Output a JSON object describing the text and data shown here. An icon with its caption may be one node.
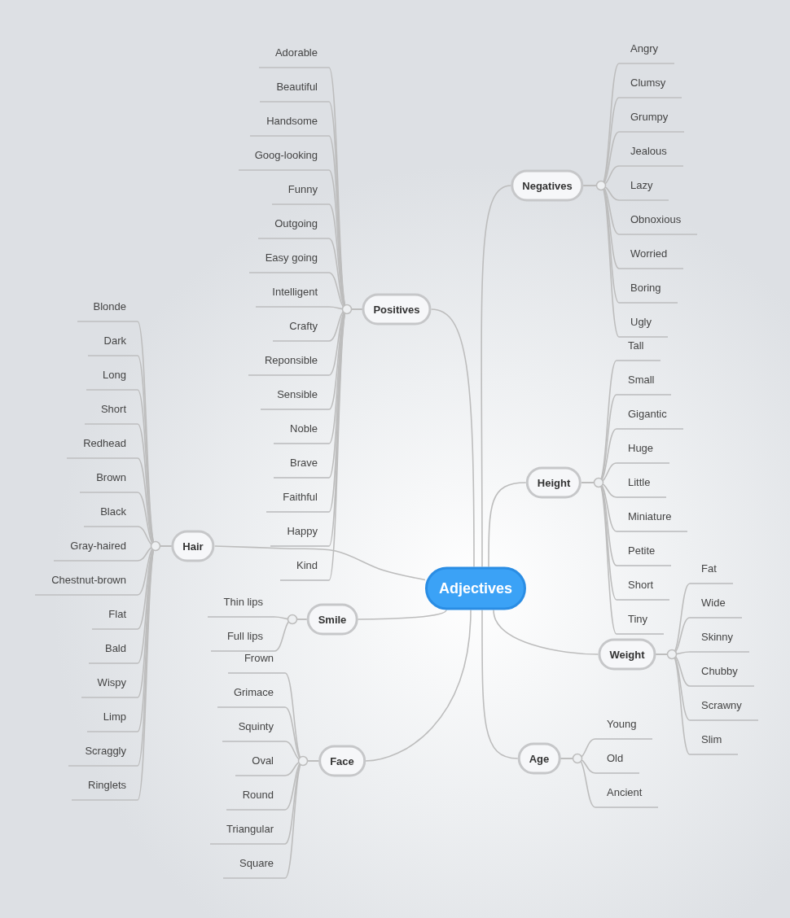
{
  "diagram": {
    "nodes": [
      {
        "text": [
          "Adjectives"
        ]
      },
      {
        "text": [
          "Positives"
        ]
      },
      {
        "text": [
          "Negatives"
        ]
      },
      {
        "text": [
          "Height"
        ]
      },
      {
        "text": [
          "Weight"
        ]
      },
      {
        "text": [
          "Age"
        ]
      },
      {
        "text": [
          "Face"
        ]
      },
      {
        "text": [
          "Smile"
        ]
      },
      {
        "text": [
          "Hair"
        ]
      },
      {
        "text": [
          "Adorable"
        ]
      },
      {
        "text": [
          "Beautiful"
        ]
      },
      {
        "text": [
          "Handsome"
        ]
      },
      {
        "text": [
          "Goog-looking"
        ]
      },
      {
        "text": [
          "Funny"
        ]
      },
      {
        "text": [
          "Outgoing"
        ]
      },
      {
        "text": [
          "Easy going"
        ]
      },
      {
        "text": [
          "Intelligent"
        ]
      },
      {
        "text": [
          "Crafty"
        ]
      },
      {
        "text": [
          "Reponsible"
        ]
      },
      {
        "text": [
          "Sensible"
        ]
      },
      {
        "text": [
          "Noble"
        ]
      },
      {
        "text": [
          "Brave"
        ]
      },
      {
        "text": [
          "Faithful"
        ]
      },
      {
        "text": [
          "Happy"
        ]
      },
      {
        "text": [
          "Kind"
        ]
      },
      {
        "text": [
          "Angry"
        ]
      },
      {
        "text": [
          "Clumsy"
        ]
      },
      {
        "text": [
          "Grumpy"
        ]
      },
      {
        "text": [
          "Jealous"
        ]
      },
      {
        "text": [
          "Lazy"
        ]
      },
      {
        "text": [
          "Obnoxious"
        ]
      },
      {
        "text": [
          "Worried"
        ]
      },
      {
        "text": [
          "Boring"
        ]
      },
      {
        "text": [
          "Ugly"
        ]
      },
      {
        "text": [
          "Tall"
        ]
      },
      {
        "text": [
          "Small"
        ]
      },
      {
        "text": [
          "Gigantic"
        ]
      },
      {
        "text": [
          "Huge"
        ]
      },
      {
        "text": [
          "Little"
        ]
      },
      {
        "text": [
          "Miniature"
        ]
      },
      {
        "text": [
          "Petite"
        ]
      },
      {
        "text": [
          "Short"
        ]
      },
      {
        "text": [
          "Tiny"
        ]
      },
      {
        "text": [
          "Fat"
        ]
      },
      {
        "text": [
          "Wide"
        ]
      },
      {
        "text": [
          "Skinny"
        ]
      },
      {
        "text": [
          "Chubby"
        ]
      },
      {
        "text": [
          "Scrawny"
        ]
      },
      {
        "text": [
          "Slim"
        ]
      },
      {
        "text": [
          "Young"
        ]
      },
      {
        "text": [
          "Old"
        ]
      },
      {
        "text": [
          "Ancient"
        ]
      },
      {
        "text": [
          "Frown"
        ]
      },
      {
        "text": [
          "Grimace"
        ]
      },
      {
        "text": [
          "Squinty"
        ]
      },
      {
        "text": [
          "Oval"
        ]
      },
      {
        "text": [
          "Round"
        ]
      },
      {
        "text": [
          "Triangular"
        ]
      },
      {
        "text": [
          "Square"
        ]
      },
      {
        "text": [
          "Thin lips"
        ]
      },
      {
        "text": [
          "Full lips"
        ]
      },
      {
        "text": [
          "Blonde"
        ]
      },
      {
        "text": [
          "Dark"
        ]
      },
      {
        "text": [
          "Long"
        ]
      },
      {
        "text": [
          "Short"
        ]
      },
      {
        "text": [
          "Redhead"
        ]
      },
      {
        "text": [
          "Brown"
        ]
      },
      {
        "text": [
          "Black"
        ]
      },
      {
        "text": [
          "Gray-haired"
        ]
      },
      {
        "text": [
          "Chestnut-brown"
        ]
      },
      {
        "text": [
          "Flat"
        ]
      },
      {
        "text": [
          "Bald"
        ]
      },
      {
        "text": [
          "Wispy"
        ]
      },
      {
        "text": [
          "Limp"
        ]
      },
      {
        "text": [
          "Scraggly"
        ]
      },
      {
        "text": [
          "Ringlets"
        ]
      }
    ],
    "edges": [
      {
        "from": 0,
        "to": 1,
        "arrow": "none"
      },
      {
        "from": 0,
        "to": 2,
        "arrow": "none"
      },
      {
        "from": 0,
        "to": 3,
        "arrow": "none"
      },
      {
        "from": 0,
        "to": 4,
        "arrow": "none"
      },
      {
        "from": 0,
        "to": 5,
        "arrow": "none"
      },
      {
        "from": 0,
        "to": 6,
        "arrow": "none"
      },
      {
        "from": 0,
        "to": 7,
        "arrow": "none"
      },
      {
        "from": 0,
        "to": 8,
        "arrow": "none"
      },
      {
        "from": 1,
        "to": 9,
        "arrow": "none"
      },
      {
        "from": 1,
        "to": 10,
        "arrow": "none"
      },
      {
        "from": 1,
        "to": 11,
        "arrow": "none"
      },
      {
        "from": 1,
        "to": 12,
        "arrow": "none"
      },
      {
        "from": 1,
        "to": 13,
        "arrow": "none"
      },
      {
        "from": 1,
        "to": 14,
        "arrow": "none"
      },
      {
        "from": 1,
        "to": 15,
        "arrow": "none"
      },
      {
        "from": 1,
        "to": 16,
        "arrow": "none"
      },
      {
        "from": 1,
        "to": 17,
        "arrow": "none"
      },
      {
        "from": 1,
        "to": 18,
        "arrow": "none"
      },
      {
        "from": 1,
        "to": 19,
        "arrow": "none"
      },
      {
        "from": 1,
        "to": 20,
        "arrow": "none"
      },
      {
        "from": 1,
        "to": 21,
        "arrow": "none"
      },
      {
        "from": 1,
        "to": 22,
        "arrow": "none"
      },
      {
        "from": 1,
        "to": 23,
        "arrow": "none"
      },
      {
        "from": 1,
        "to": 24,
        "arrow": "none"
      },
      {
        "from": 2,
        "to": 25,
        "arrow": "none"
      },
      {
        "from": 2,
        "to": 26,
        "arrow": "none"
      },
      {
        "from": 2,
        "to": 27,
        "arrow": "none"
      },
      {
        "from": 2,
        "to": 28,
        "arrow": "none"
      },
      {
        "from": 2,
        "to": 29,
        "arrow": "none"
      },
      {
        "from": 2,
        "to": 30,
        "arrow": "none"
      },
      {
        "from": 2,
        "to": 31,
        "arrow": "none"
      },
      {
        "from": 2,
        "to": 32,
        "arrow": "none"
      },
      {
        "from": 2,
        "to": 33,
        "arrow": "none"
      },
      {
        "from": 3,
        "to": 34,
        "arrow": "none"
      },
      {
        "from": 3,
        "to": 35,
        "arrow": "none"
      },
      {
        "from": 3,
        "to": 36,
        "arrow": "none"
      },
      {
        "from": 3,
        "to": 37,
        "arrow": "none"
      },
      {
        "from": 3,
        "to": 38,
        "arrow": "none"
      },
      {
        "from": 3,
        "to": 39,
        "arrow": "none"
      },
      {
        "from": 3,
        "to": 40,
        "arrow": "none"
      },
      {
        "from": 3,
        "to": 41,
        "arrow": "none"
      },
      {
        "from": 3,
        "to": 42,
        "arrow": "none"
      },
      {
        "from": 4,
        "to": 43,
        "arrow": "none"
      },
      {
        "from": 4,
        "to": 44,
        "arrow": "none"
      },
      {
        "from": 4,
        "to": 45,
        "arrow": "none"
      },
      {
        "from": 4,
        "to": 46,
        "arrow": "none"
      },
      {
        "from": 4,
        "to": 47,
        "arrow": "none"
      },
      {
        "from": 4,
        "to": 48,
        "arrow": "none"
      },
      {
        "from": 5,
        "to": 49,
        "arrow": "none"
      },
      {
        "from": 5,
        "to": 50,
        "arrow": "none"
      },
      {
        "from": 5,
        "to": 51,
        "arrow": "none"
      },
      {
        "from": 6,
        "to": 52,
        "arrow": "none"
      },
      {
        "from": 6,
        "to": 53,
        "arrow": "none"
      },
      {
        "from": 6,
        "to": 54,
        "arrow": "none"
      },
      {
        "from": 6,
        "to": 55,
        "arrow": "none"
      },
      {
        "from": 6,
        "to": 56,
        "arrow": "none"
      },
      {
        "from": 6,
        "to": 57,
        "arrow": "none"
      },
      {
        "from": 6,
        "to": 58,
        "arrow": "none"
      },
      {
        "from": 7,
        "to": 59,
        "arrow": "none"
      },
      {
        "from": 7,
        "to": 60,
        "arrow": "none"
      },
      {
        "from": 8,
        "to": 61,
        "arrow": "none"
      },
      {
        "from": 8,
        "to": 62,
        "arrow": "none"
      },
      {
        "from": 8,
        "to": 63,
        "arrow": "none"
      },
      {
        "from": 8,
        "to": 64,
        "arrow": "none"
      },
      {
        "from": 8,
        "to": 65,
        "arrow": "none"
      },
      {
        "from": 8,
        "to": 66,
        "arrow": "none"
      },
      {
        "from": 8,
        "to": 67,
        "arrow": "none"
      },
      {
        "from": 8,
        "to": 68,
        "arrow": "none"
      },
      {
        "from": 8,
        "to": 69,
        "arrow": "none"
      },
      {
        "from": 8,
        "to": 70,
        "arrow": "none"
      },
      {
        "from": 8,
        "to": 71,
        "arrow": "none"
      },
      {
        "from": 8,
        "to": 72,
        "arrow": "none"
      },
      {
        "from": 8,
        "to": 73,
        "arrow": "none"
      },
      {
        "from": 8,
        "to": 74,
        "arrow": "none"
      },
      {
        "from": 8,
        "to": 75,
        "arrow": "none"
      }
    ]
  }
}
